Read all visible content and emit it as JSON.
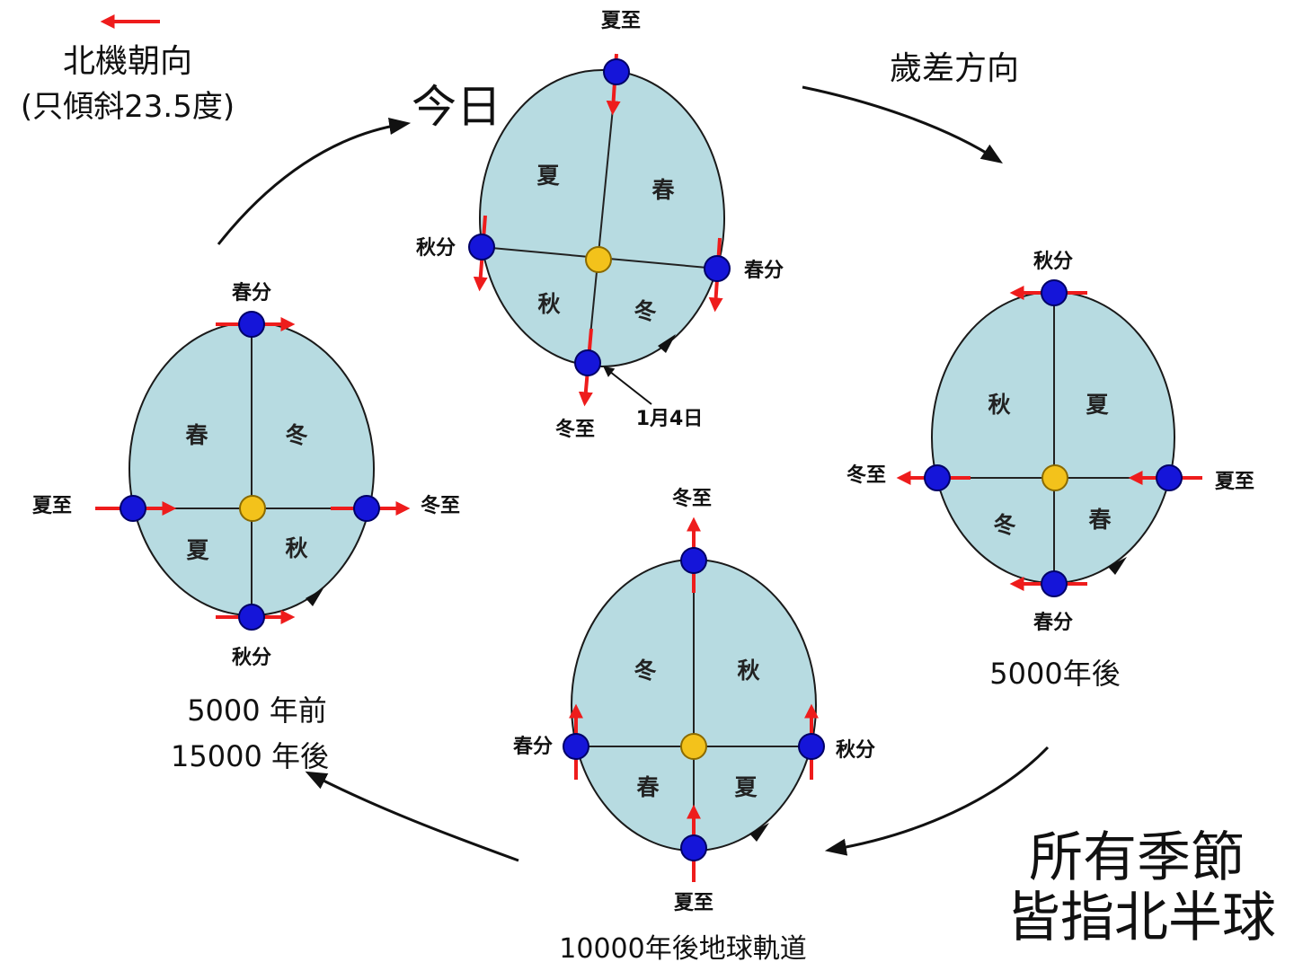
{
  "legend": {
    "line1": "北機朝向",
    "line2": "(只傾斜23.5度)",
    "arrow_color": "#ee1c1c"
  },
  "precession_label": "歲差方向",
  "today_label": "今日",
  "note": {
    "line1": "所有季節",
    "line2": "皆指北半球"
  },
  "orbits": {
    "today": {
      "caption": "",
      "events": {
        "top": "夏至",
        "left": "秋分",
        "right": "春分",
        "bottom": "冬至"
      },
      "seasons": {
        "upper_left": "夏",
        "upper_right": "春",
        "lower_left": "秋",
        "lower_right": "冬"
      },
      "perihelion_label": "1月4日"
    },
    "plus5000": {
      "caption": "5000年後",
      "events": {
        "top": "秋分",
        "left": "冬至",
        "right": "夏至",
        "bottom": "春分"
      },
      "seasons": {
        "upper_left": "秋",
        "upper_right": "夏",
        "lower_left": "冬",
        "lower_right": "春"
      }
    },
    "plus10000": {
      "caption": "10000年後地球軌道",
      "events": {
        "top": "冬至",
        "left": "春分",
        "right": "秋分",
        "bottom": "夏至"
      },
      "seasons": {
        "upper_left": "冬",
        "upper_right": "秋",
        "lower_left": "春",
        "lower_right": "夏"
      }
    },
    "minus5000": {
      "caption_line1": "5000 年前",
      "caption_line2": "15000 年後",
      "events": {
        "top": "春分",
        "left": "夏至",
        "right": "冬至",
        "bottom": "秋分"
      },
      "seasons": {
        "upper_left": "春",
        "upper_right": "冬",
        "lower_left": "夏",
        "lower_right": "秋"
      }
    }
  },
  "colors": {
    "orbit_fill": "#b7dbe1",
    "planet": "#1515d9",
    "sun": "#f3c21b",
    "tilt_arrow": "#ee1c1c"
  }
}
